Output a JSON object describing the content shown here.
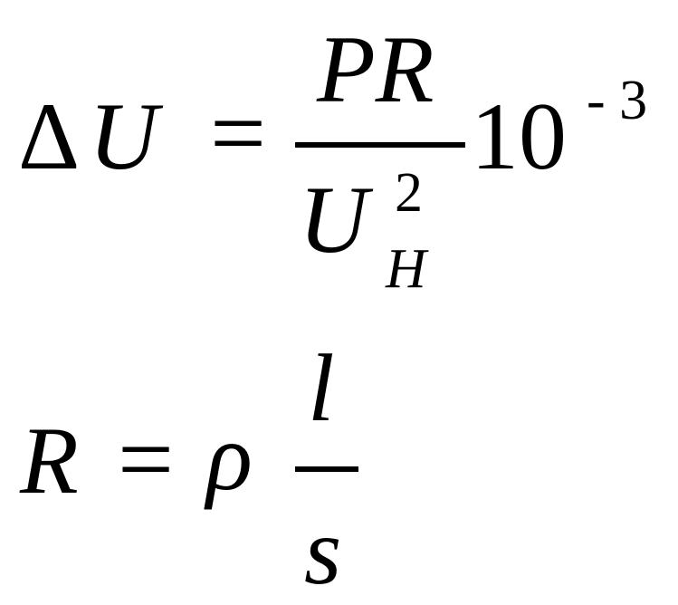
{
  "formula_1": {
    "delta": "Δ",
    "lhs_var": "U",
    "equals": "=",
    "numerator": "PR",
    "denominator_base": "U",
    "denominator_exponent": "2",
    "denominator_subscript": "H",
    "coefficient": "10",
    "exponent": "- 3"
  },
  "formula_2": {
    "lhs_var": "R",
    "equals": "=",
    "rho": "ρ",
    "numerator": "l",
    "denominator": "s"
  }
}
